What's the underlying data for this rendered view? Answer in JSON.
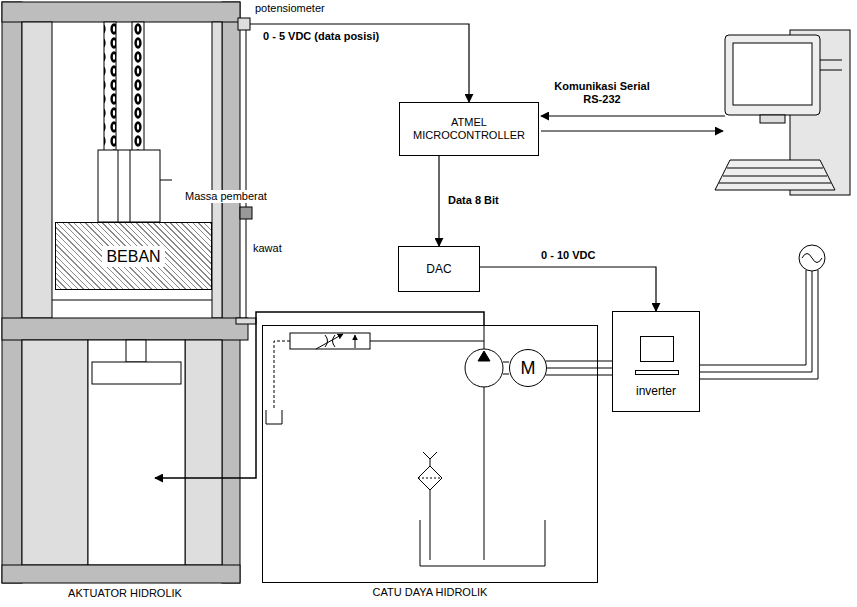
{
  "diagram": {
    "nodes": [
      {
        "text": [
          "AKTUATOR HIDROLIK"
        ]
      },
      {
        "text": [
          "BEBAN"
        ],
        "in": 0
      },
      {
        "text": [
          "ATMEL MICROCONTROLLER"
        ]
      },
      {
        "text": [
          "DAC"
        ]
      },
      {
        "text": [
          "inverter"
        ]
      },
      {
        "text": [
          "CATU DAYA HIDROLIK"
        ]
      },
      {
        "text": [
          "M"
        ],
        "in": 5
      }
    ],
    "edges": [
      {
        "from": 0,
        "to": 2,
        "label": "0 - 5 VDC (data posisi)",
        "arrow": "to"
      },
      {
        "from": 2,
        "to": 3,
        "label": "Data 8 Bit",
        "arrow": "to"
      },
      {
        "from": 3,
        "to": 4,
        "label": "0 - 10 VDC",
        "arrow": "to"
      },
      {
        "from": 4,
        "to": 6,
        "arrow": "none"
      },
      {
        "from": 5,
        "to": 0,
        "arrow": "to"
      }
    ],
    "labels": [
      "potensiometer",
      "Massa pemberat",
      "kawat",
      "Komunikasi Serial RS-232"
    ]
  }
}
